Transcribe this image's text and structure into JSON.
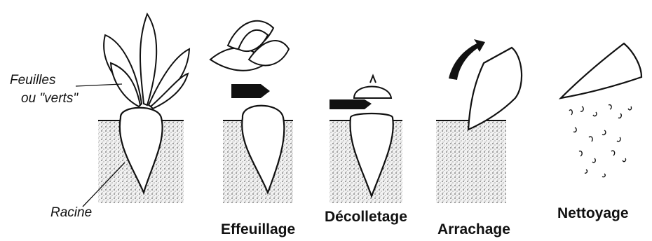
{
  "labels": {
    "leaves": [
      "Feuilles",
      "ou \"verts\""
    ],
    "root": "Racine"
  },
  "steps": [
    {
      "id": "effeuillage",
      "label": "Effeuillage"
    },
    {
      "id": "decolletage",
      "label": "Décolletage"
    },
    {
      "id": "arrachage",
      "label": "Arrachage"
    },
    {
      "id": "nettoyage",
      "label": "Nettoyage"
    }
  ],
  "colors": {
    "ink": "#111111",
    "background": "#ffffff",
    "soil": "#f2f2f2"
  }
}
